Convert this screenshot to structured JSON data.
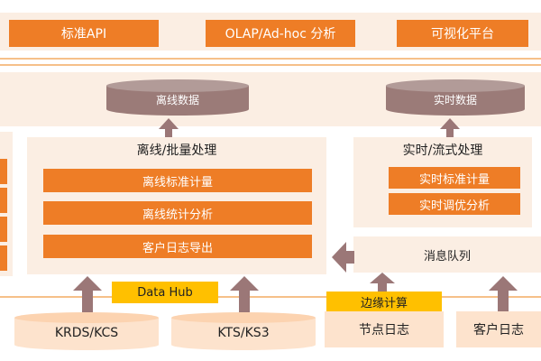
{
  "top_bar": {
    "buttons": [
      "标准API",
      "OLAP/Ad-hoc 分析",
      "可视化平台"
    ]
  },
  "storage": {
    "offline_db": "离线数据",
    "realtime_db": "实时数据"
  },
  "offline_panel": {
    "title": "离线/批量处理",
    "items": [
      "离线标准计量",
      "离线统计分析",
      "客户日志导出"
    ]
  },
  "realtime_panel": {
    "title": "实时/流式处理",
    "items": [
      "实时标准计量",
      "实时调优分析"
    ],
    "queue": "消息队列"
  },
  "sources": {
    "data_hub": "Data Hub",
    "edge_compute": "边缘计算",
    "krds": "KRDS/KCS",
    "kts": "KTS/KS3",
    "node_log": "节点日志",
    "customer_log": "客户日志"
  },
  "colors": {
    "accent_orange": "#ee7d26",
    "panel_bg": "#fbeee3",
    "light_orange": "#fde3cd",
    "db_gray": "#9b7b78",
    "arrow_gray": "#9b7777",
    "edge_yellow": "#ffc000",
    "line_orange": "#f6c089"
  }
}
